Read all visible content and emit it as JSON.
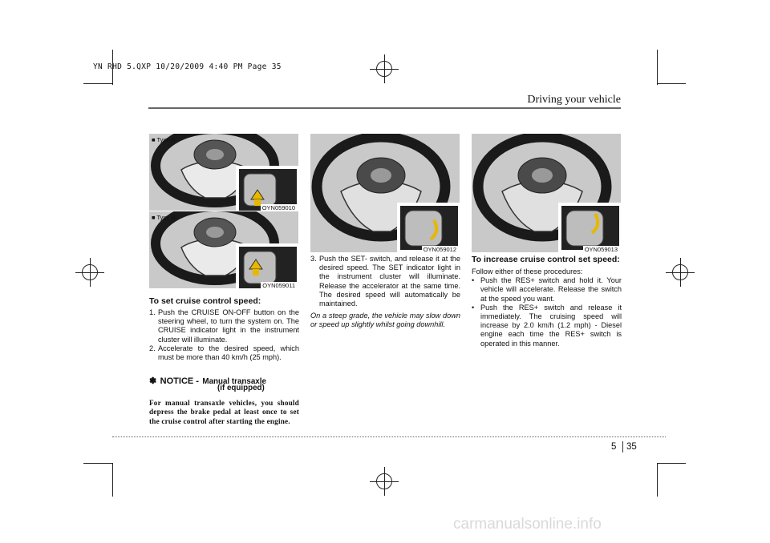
{
  "slug": "YN RHD 5.QXP  10/20/2009  4:40 PM  Page 35",
  "header": {
    "section_title": "Driving your vehicle"
  },
  "figures": {
    "type_a_label": "■ Type A",
    "type_b_label": "■ Type B",
    "code_1": "OYN059010",
    "code_2": "OYN059011",
    "code_3": "OYN059012",
    "code_4": "OYN059013"
  },
  "col1": {
    "heading": "To set cruise control speed:",
    "steps": [
      {
        "num": "1.",
        "text": "Push the CRUISE ON-OFF button on the steering wheel, to turn the system on. The CRUISE indicator light in the instrument cluster will illuminate."
      },
      {
        "num": "2.",
        "text": "Accelerate to the desired speed, which must be more than 40 km/h (25 mph)."
      }
    ],
    "notice": {
      "symbol": "✽",
      "title": "NOTICE -",
      "subtitle_line1": "Manual transaxle",
      "subtitle_line2": "(if equipped)",
      "body": "For manual transaxle vehicles, you should depress the brake pedal at least once to set the cruise control after starting the engine."
    }
  },
  "col2": {
    "step": {
      "num": "3.",
      "text": "Push the SET- switch, and release it at the desired speed. The SET indicator light in the instrument cluster will illuminate. Release the accelerator at the same time. The desired speed will automatically be maintained."
    },
    "italic_note": "On a steep grade, the vehicle may slow down or speed up slightly whilst going downhill."
  },
  "col3": {
    "heading": "To increase cruise control set speed:",
    "intro": "Follow either of these procedures:",
    "bullets": [
      "Push the RES+ switch and hold it. Your vehicle will accelerate. Release the switch at the speed you want.",
      "Push the RES+ switch and release it immediately. The cruising speed will increase by 2.0 km/h (1.2 mph) - Diesel engine each time the RES+ switch is operated in this manner."
    ]
  },
  "footer": {
    "chapter": "5",
    "page": "35"
  },
  "watermark": "carmanualsonline.info"
}
